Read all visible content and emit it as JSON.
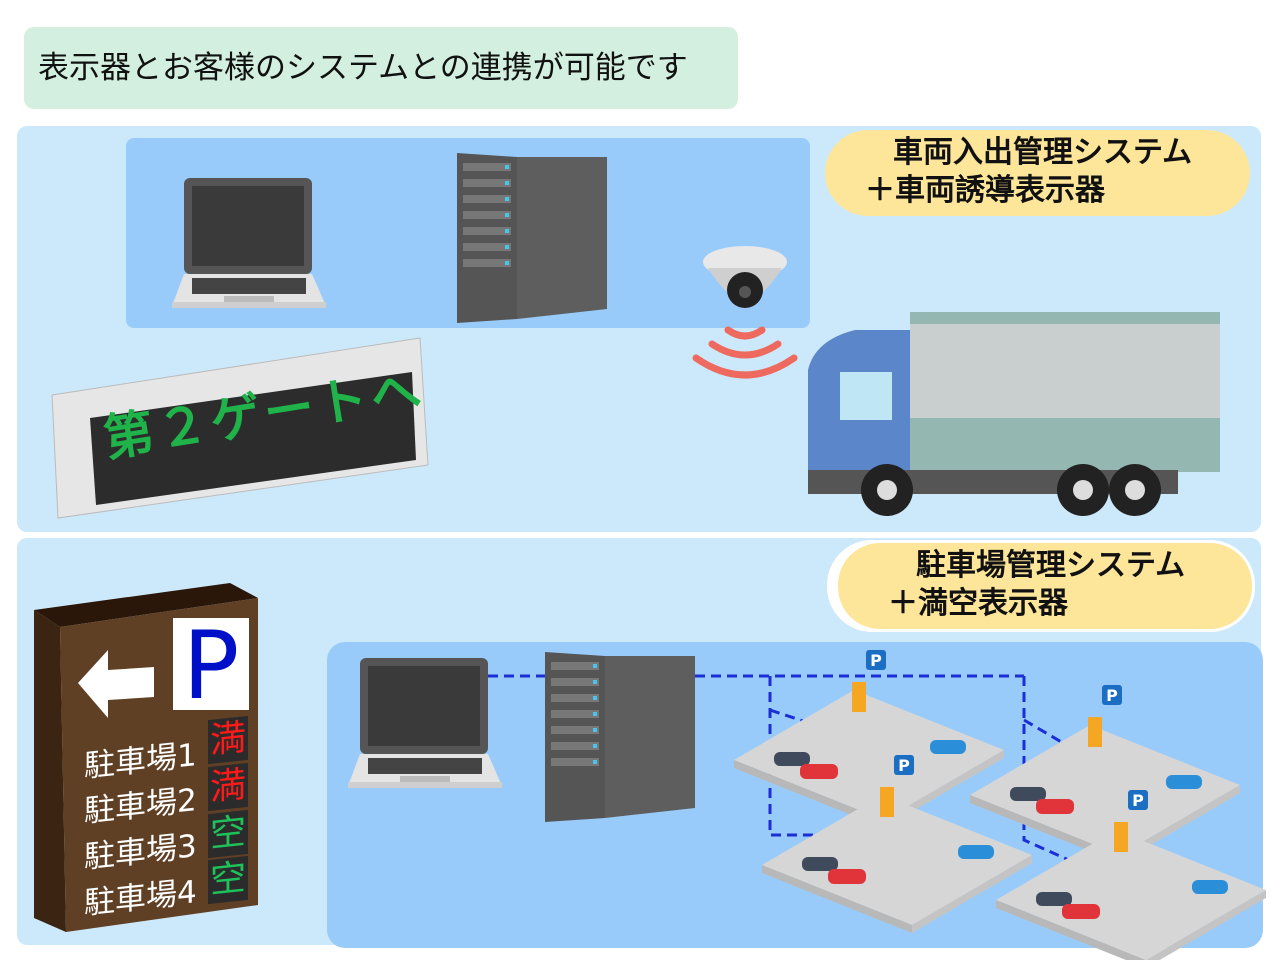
{
  "title": "表示器とお客様のシステムとの連携が可能です",
  "vehicle_system": {
    "line1": "車両入出管理システム",
    "line2": "＋車両誘導表示器",
    "led_message": "第２ゲートへ"
  },
  "parking_system": {
    "line1": "駐車場管理システム",
    "line2": "＋満空表示器"
  },
  "sign": {
    "p_label": "P",
    "rows": [
      {
        "name": "駐車場1",
        "status": "満",
        "color": "#ff1a1a"
      },
      {
        "name": "駐車場2",
        "status": "満",
        "color": "#ff1a1a"
      },
      {
        "name": "駐車場3",
        "status": "空",
        "color": "#1fc25a"
      },
      {
        "name": "駐車場4",
        "status": "空",
        "color": "#1fc25a"
      }
    ]
  },
  "lot_marker": "P"
}
